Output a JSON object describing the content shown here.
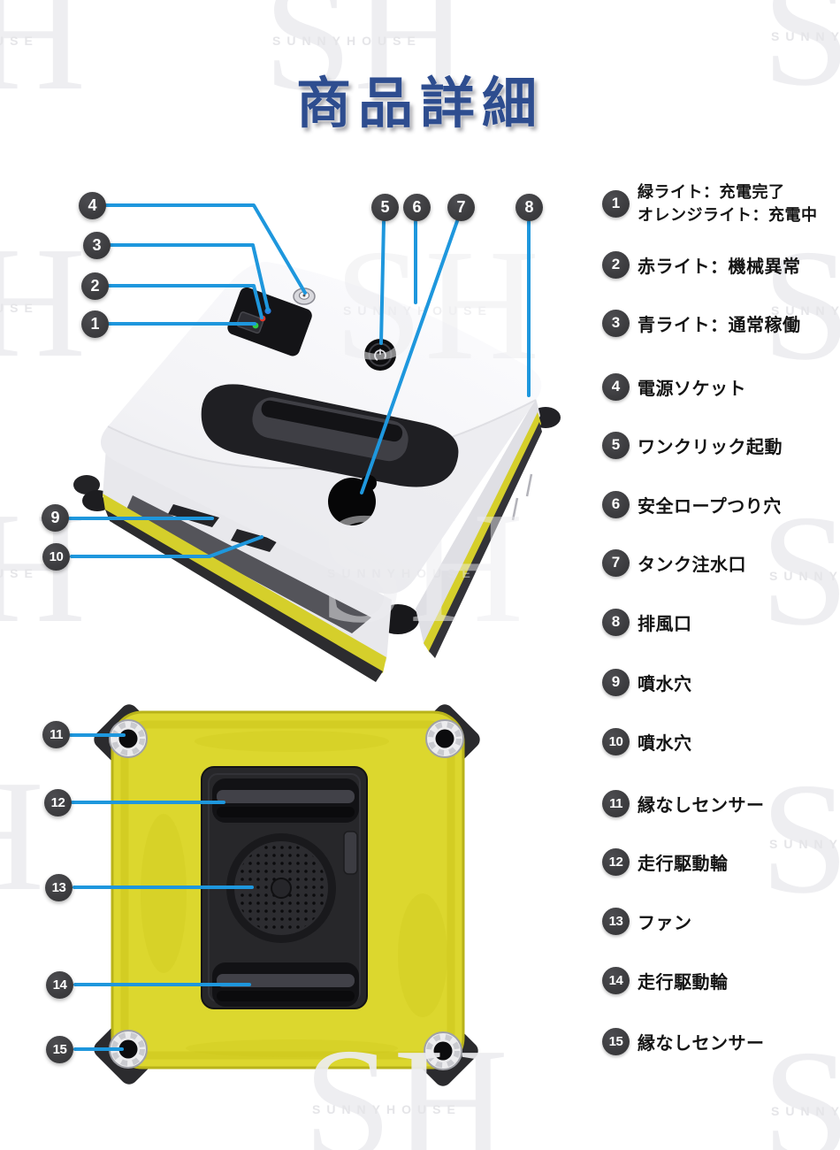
{
  "title": "商品詳細",
  "watermark": {
    "letters": "SH",
    "letter_s": "S",
    "text": "SUNNYHOUSE"
  },
  "colors": {
    "title_blue": "#2e4d8f",
    "callout_line": "#1e97dd",
    "marker_dark": "#3a3a3c",
    "pad_yellow": "#dcd72e",
    "led_green": "#2fcc44",
    "led_red": "#e0392e",
    "led_blue": "#2a7fe0"
  },
  "legend": {
    "items": [
      {
        "number": "1",
        "label": "緑ライト：充電完了",
        "label2": "オレンジライト：充電中"
      },
      {
        "number": "2",
        "label": "赤ライト：機械異常"
      },
      {
        "number": "3",
        "label": "青ライト：通常稼働"
      },
      {
        "number": "4",
        "label": "電源ソケット"
      },
      {
        "number": "5",
        "label": "ワンクリック起動"
      },
      {
        "number": "6",
        "label": "安全ロープつり穴"
      },
      {
        "number": "7",
        "label": "タンク注水口"
      },
      {
        "number": "8",
        "label": "排風口"
      },
      {
        "number": "9",
        "label": "噴水穴"
      },
      {
        "number": "10",
        "label": "噴水穴"
      },
      {
        "number": "11",
        "label": "縁なしセンサー"
      },
      {
        "number": "12",
        "label": "走行駆動輪"
      },
      {
        "number": "13",
        "label": "ファン"
      },
      {
        "number": "14",
        "label": "走行駆動輪"
      },
      {
        "number": "15",
        "label": "縁なしセンサー"
      }
    ]
  }
}
